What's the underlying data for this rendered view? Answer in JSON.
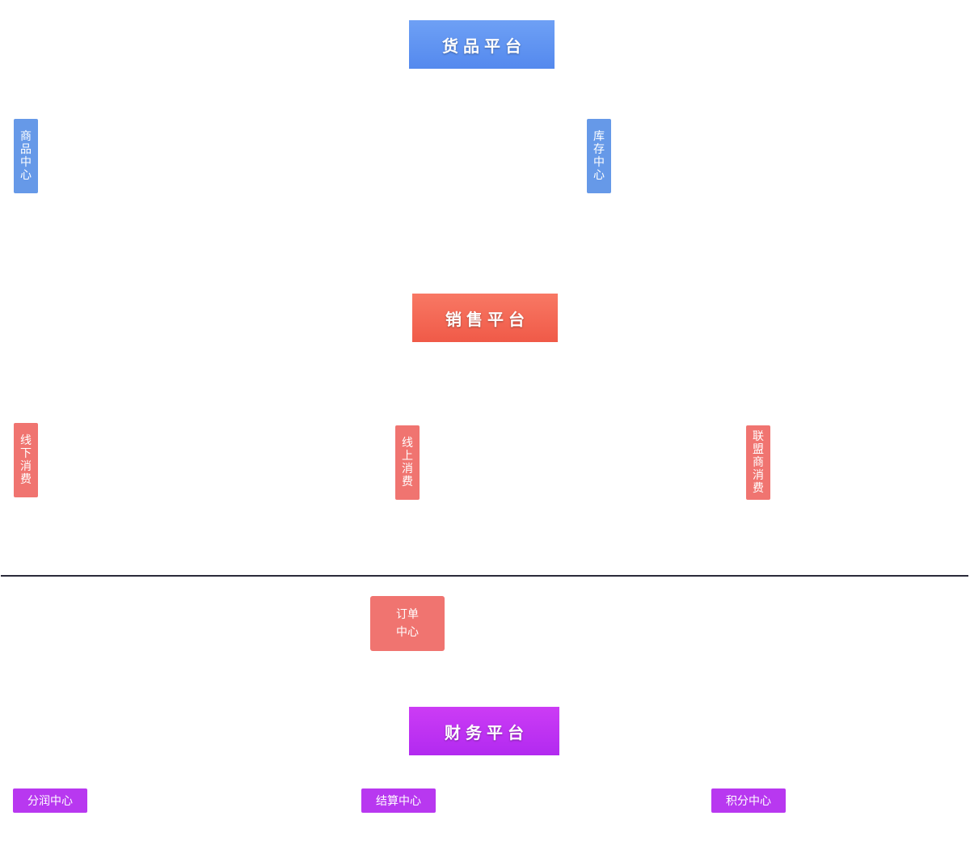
{
  "platforms": {
    "goods": "货品平台",
    "sales": "销售平台",
    "finance": "财务平台"
  },
  "goods_centers": {
    "product": "商品中心",
    "inventory": "库存中心"
  },
  "sales_channels": {
    "offline": "线下消费",
    "online": "线上消费",
    "alliance": "联盟商消费"
  },
  "order_center": "订单中心",
  "finance_centers": {
    "profit_share": "分润中心",
    "settlement": "结算中心",
    "points": "积分中心"
  },
  "colors": {
    "goods_blue": "#5b8ff0",
    "sales_red": "#f26552",
    "finance_purple": "#b730f2",
    "divider": "#2a2a3a"
  }
}
